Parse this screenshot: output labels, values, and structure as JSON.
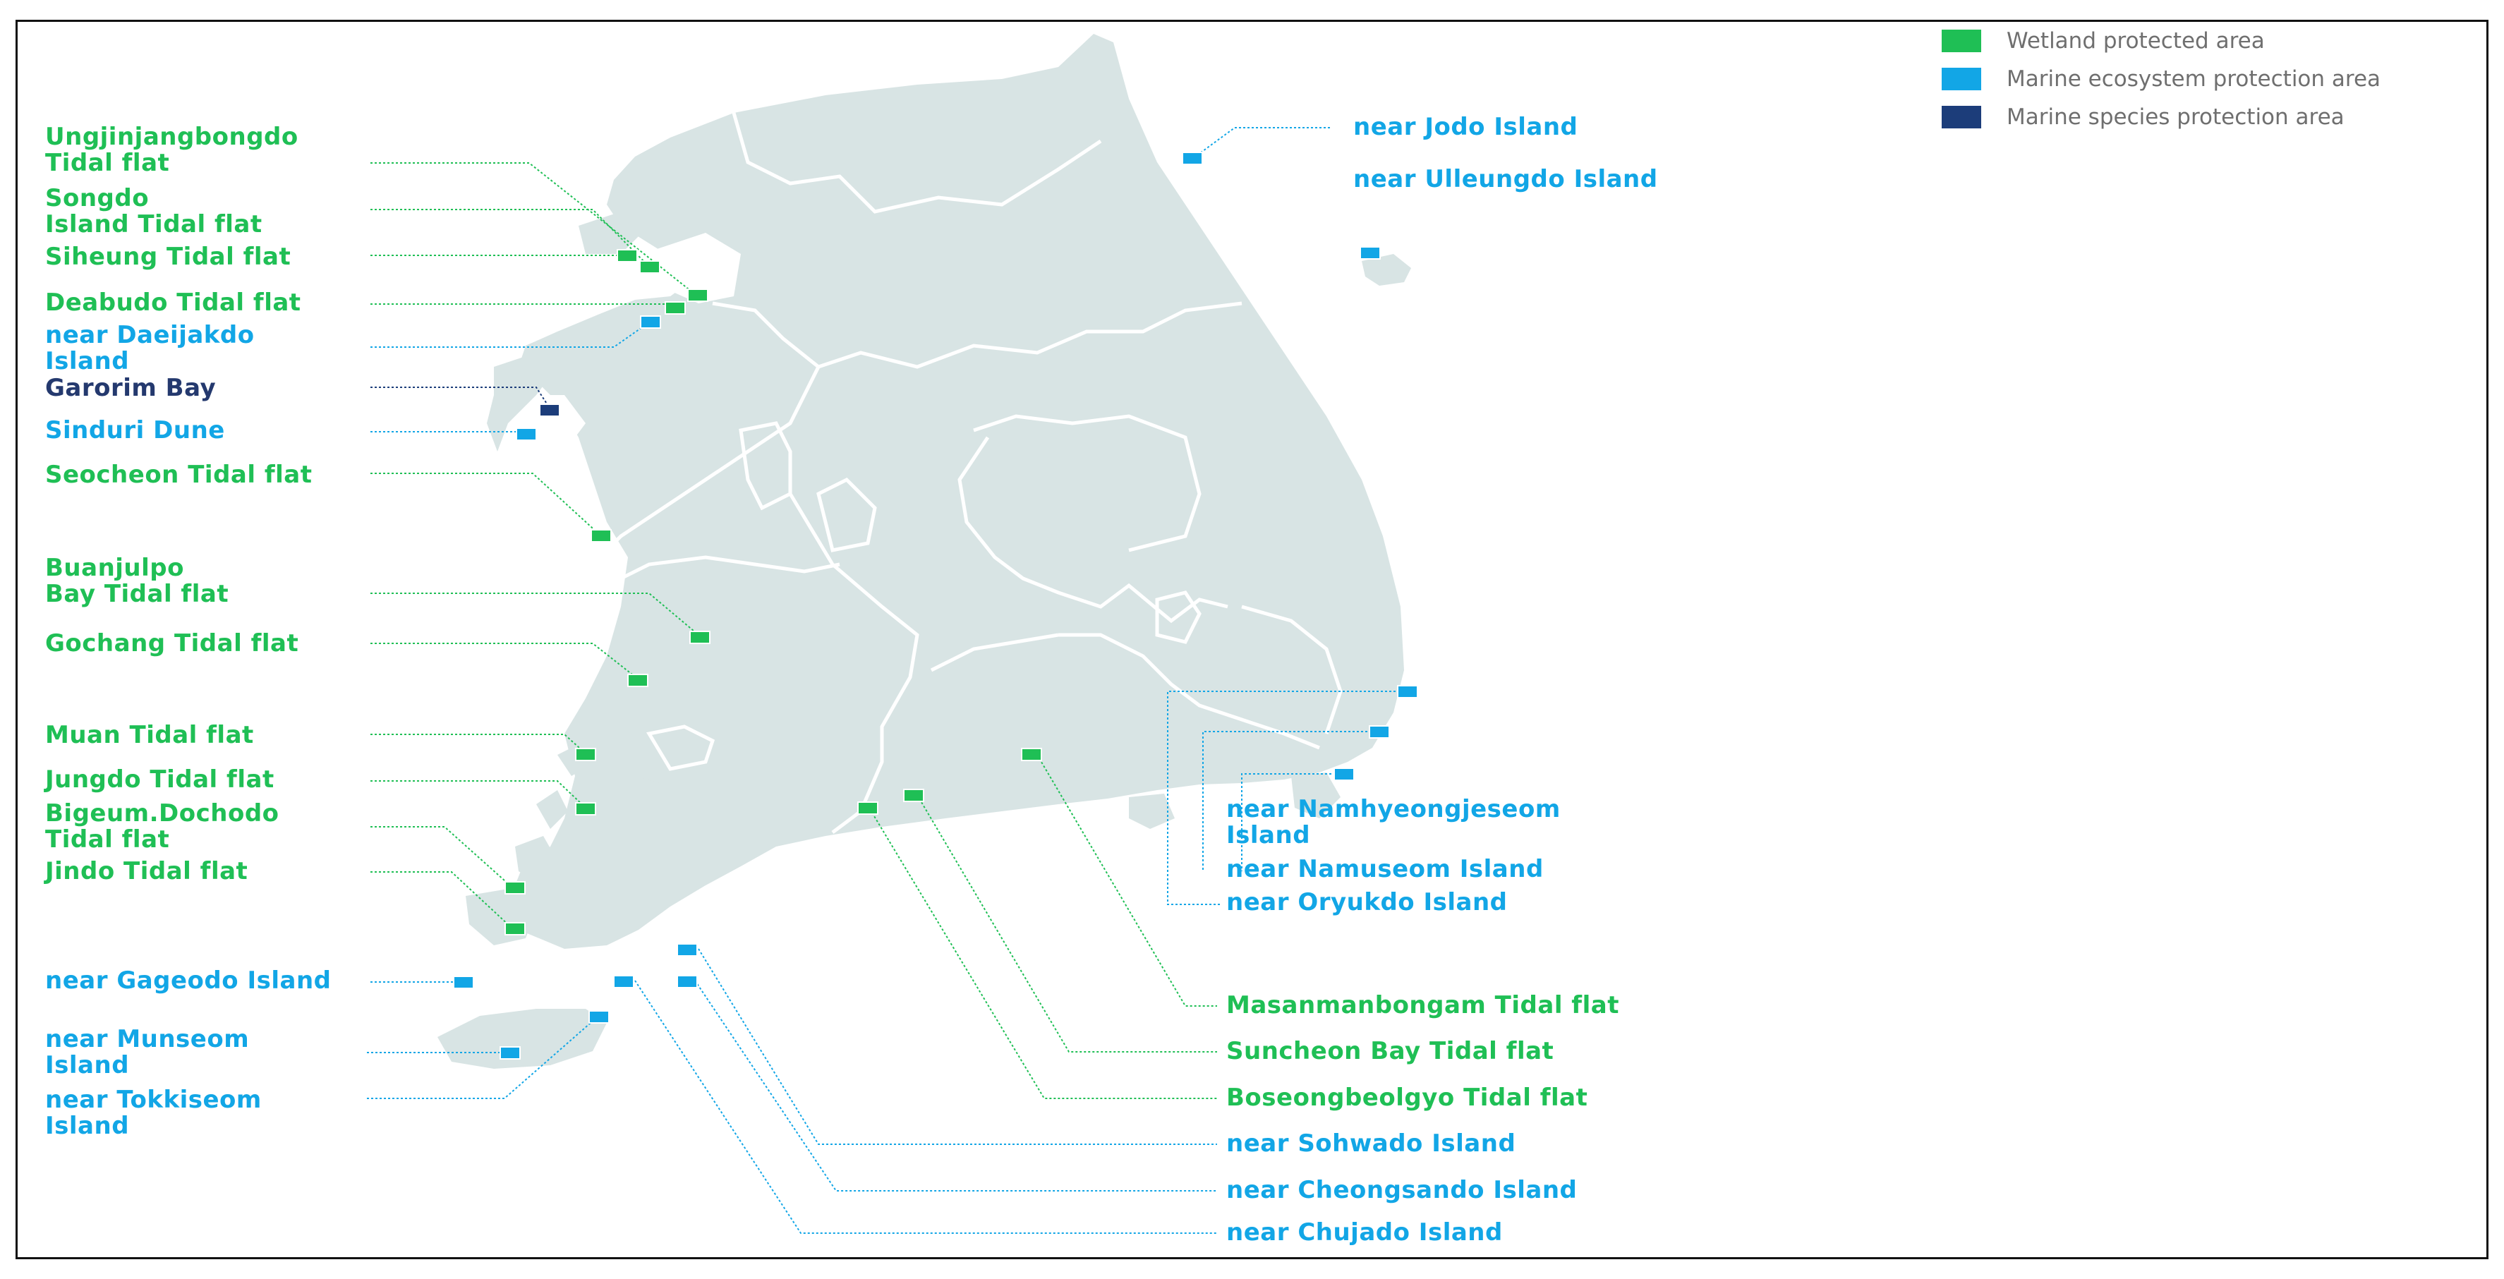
{
  "colors": {
    "wetland": "#1fbf55",
    "marine_ecosystem": "#12a6e6",
    "marine_species": "#1c3d7a",
    "land": "#d8e4e4",
    "border": "#ffffff"
  },
  "legend": [
    {
      "label": "Wetland protected area",
      "color": "#1fbf55"
    },
    {
      "label": "Marine ecosystem protection area",
      "color": "#12a6e6"
    },
    {
      "label": "Marine species protection area",
      "color": "#1c3d7a"
    }
  ],
  "labels": {
    "ungjinjang": "Ungjinjangbongdo\nTidal flat",
    "songdo": "Songdo\nIsland Tidal flat",
    "siheung": "Siheung Tidal flat",
    "daebudo": "Deabudo Tidal flat",
    "daeijakdo": "near Daeijakdo\nIsland",
    "garorim": "Garorim Bay",
    "sinduri": "Sinduri Dune",
    "seocheon": "Seocheon Tidal flat",
    "buanjulpo": "Buanjulpo\nBay Tidal flat",
    "gochang": "Gochang Tidal flat",
    "muan": "Muan Tidal flat",
    "jungdo": "Jungdo Tidal flat",
    "bigeum": "Bigeum.Dochodo\nTidal flat",
    "jindo": "Jindo Tidal flat",
    "gageodo": "near Gageodo Island",
    "munseom": "near Munseom\nIsland",
    "tokkiseom": "near Tokkiseom\nIsland",
    "jodo": "near Jodo Island",
    "ulleungdo": "near Ulleungdo Island",
    "namhyeongjeseom": "near Namhyeongjeseom\nIsland",
    "namuseom": "near Namuseom Island",
    "oryukdo": "near Oryukdo Island",
    "masanmanbongam": "Masanmanbongam Tidal flat",
    "suncheon": "Suncheon Bay Tidal flat",
    "boseong": "Boseongbeolgyo Tidal flat",
    "sohwado": "near Sohwado Island",
    "cheongsando": "near Cheongsando Island",
    "chujado": "near Chujado Island"
  }
}
